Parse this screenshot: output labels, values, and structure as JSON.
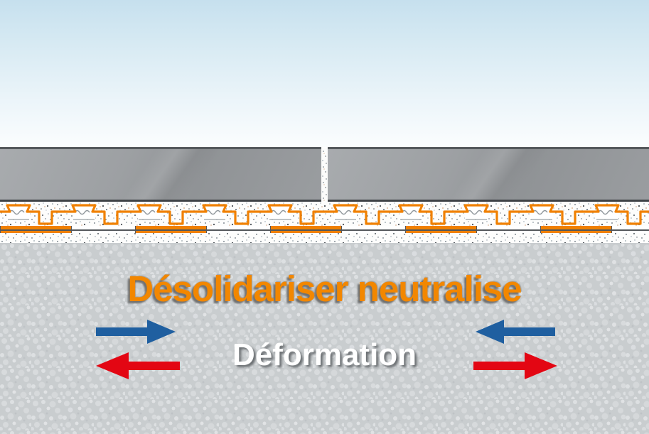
{
  "diagram": {
    "title": "Désolidariser neutralise",
    "subtitle": "Déformation",
    "colors": {
      "title_orange": "#F28700",
      "subtitle_white": "#FFFFFF",
      "arrow_blue": "#1F5FA0",
      "arrow_red": "#E30613",
      "membrane_orange": "#F08000",
      "tile_gray": "#9a9da0",
      "sky_blue": "#C6E0EE",
      "screed_gray": "#C9CDCF"
    },
    "arrows": {
      "left_group": [
        {
          "name": "blue-arrow",
          "direction": "right"
        },
        {
          "name": "red-arrow",
          "direction": "left"
        }
      ],
      "right_group": [
        {
          "name": "blue-arrow",
          "direction": "left"
        },
        {
          "name": "red-arrow",
          "direction": "right"
        }
      ]
    },
    "layers": [
      "ceramic-tile-with-grout-joint",
      "thin-set-mortar",
      "decoupling-membrane-studded",
      "bonding-adhesive-strips",
      "screed-substrate"
    ]
  }
}
